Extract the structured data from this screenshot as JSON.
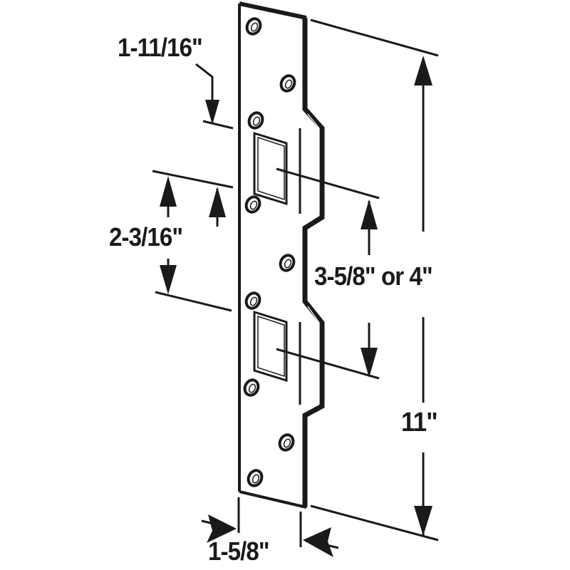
{
  "diagram": {
    "subject": "Door strike reinforcement plate",
    "stroke_color": "#1a1a1a",
    "background_color": "#ffffff",
    "dimensions": {
      "top_hole_offset": "1-11/16\"",
      "strike_opening_spacing": "2-3/16\"",
      "strike_center_spacing": "3-5/8\" or 4\"",
      "overall_length": "11\"",
      "plate_width": "1-5/8\""
    },
    "components": {
      "screw_holes": 8,
      "strike_openings": 2
    }
  }
}
